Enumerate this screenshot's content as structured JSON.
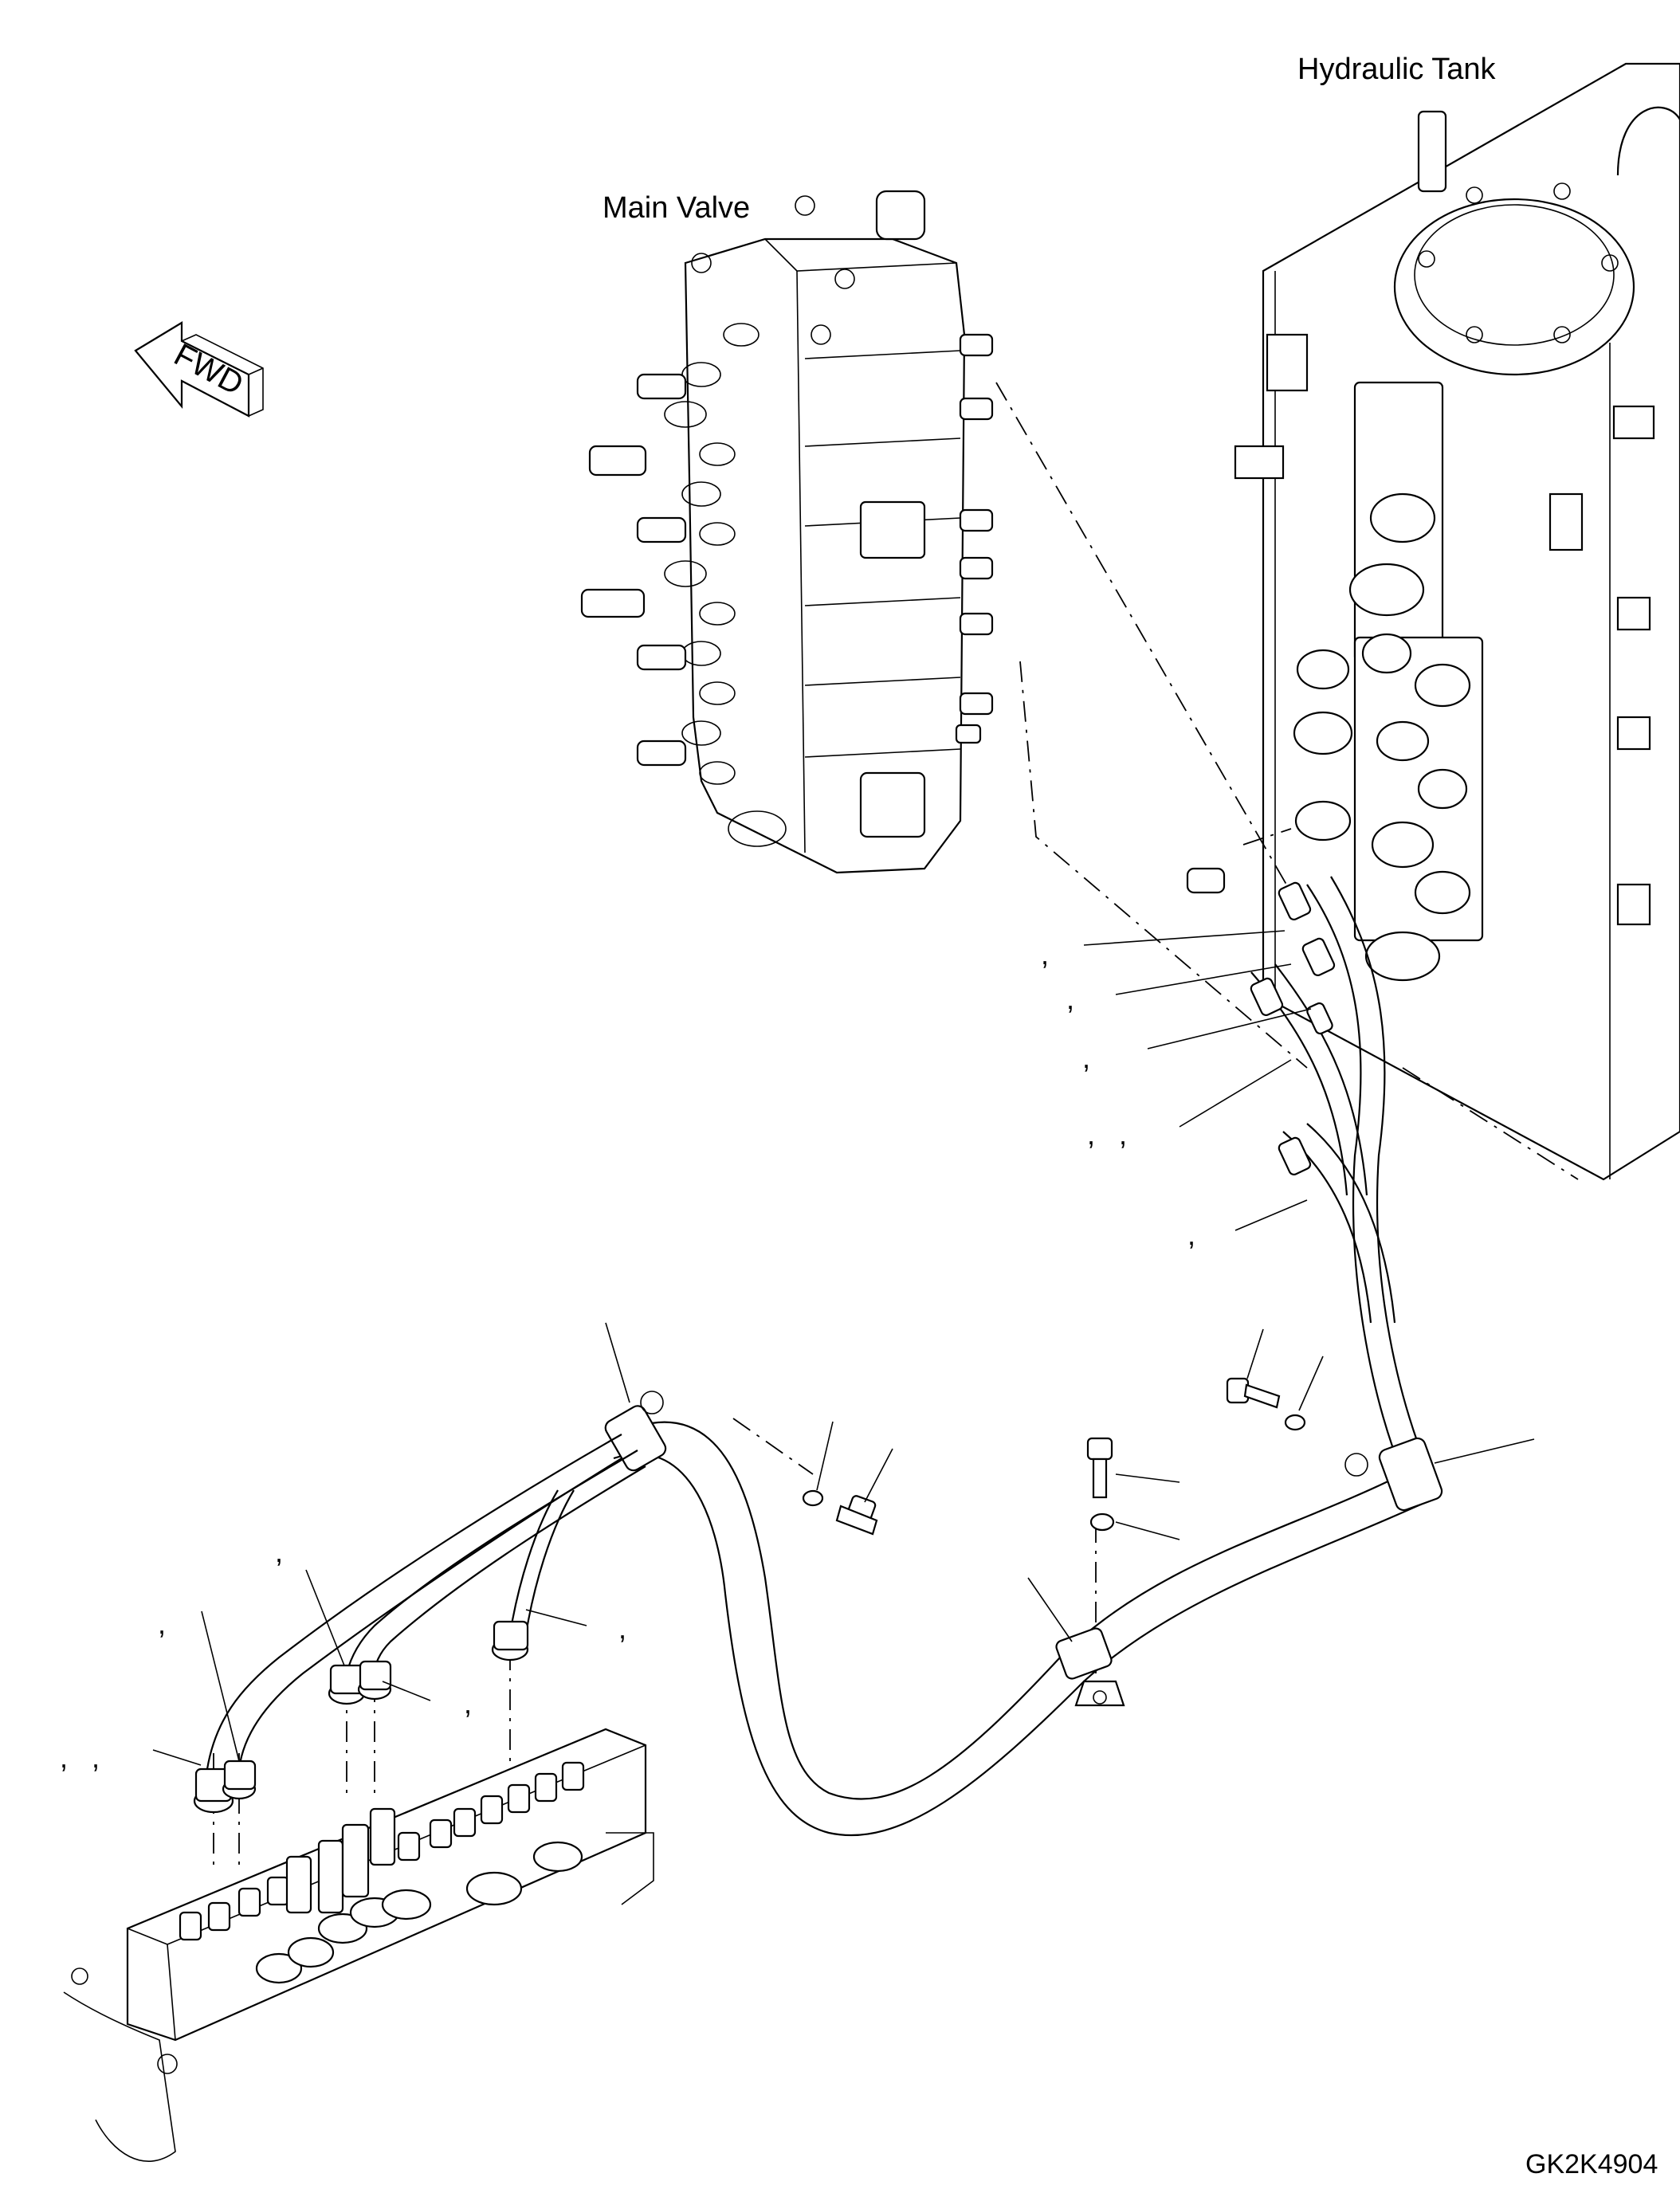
{
  "labels": {
    "main_valve": "Main Valve",
    "hydraulic_tank": "Hydraulic Tank",
    "fwd": "FWD",
    "drawing_id": "GK2K4904"
  },
  "callouts": [
    {
      "id": "c1",
      "text": ","
    },
    {
      "id": "c2",
      "text": ","
    },
    {
      "id": "c3",
      "text": ","
    },
    {
      "id": "c4",
      "text": ",   ,"
    },
    {
      "id": "c5",
      "text": ","
    },
    {
      "id": "c6",
      "text": ","
    },
    {
      "id": "c7",
      "text": ","
    },
    {
      "id": "c8",
      "text": ","
    },
    {
      "id": "c9",
      "text": ","
    },
    {
      "id": "c10",
      "text": ",   ,"
    }
  ]
}
